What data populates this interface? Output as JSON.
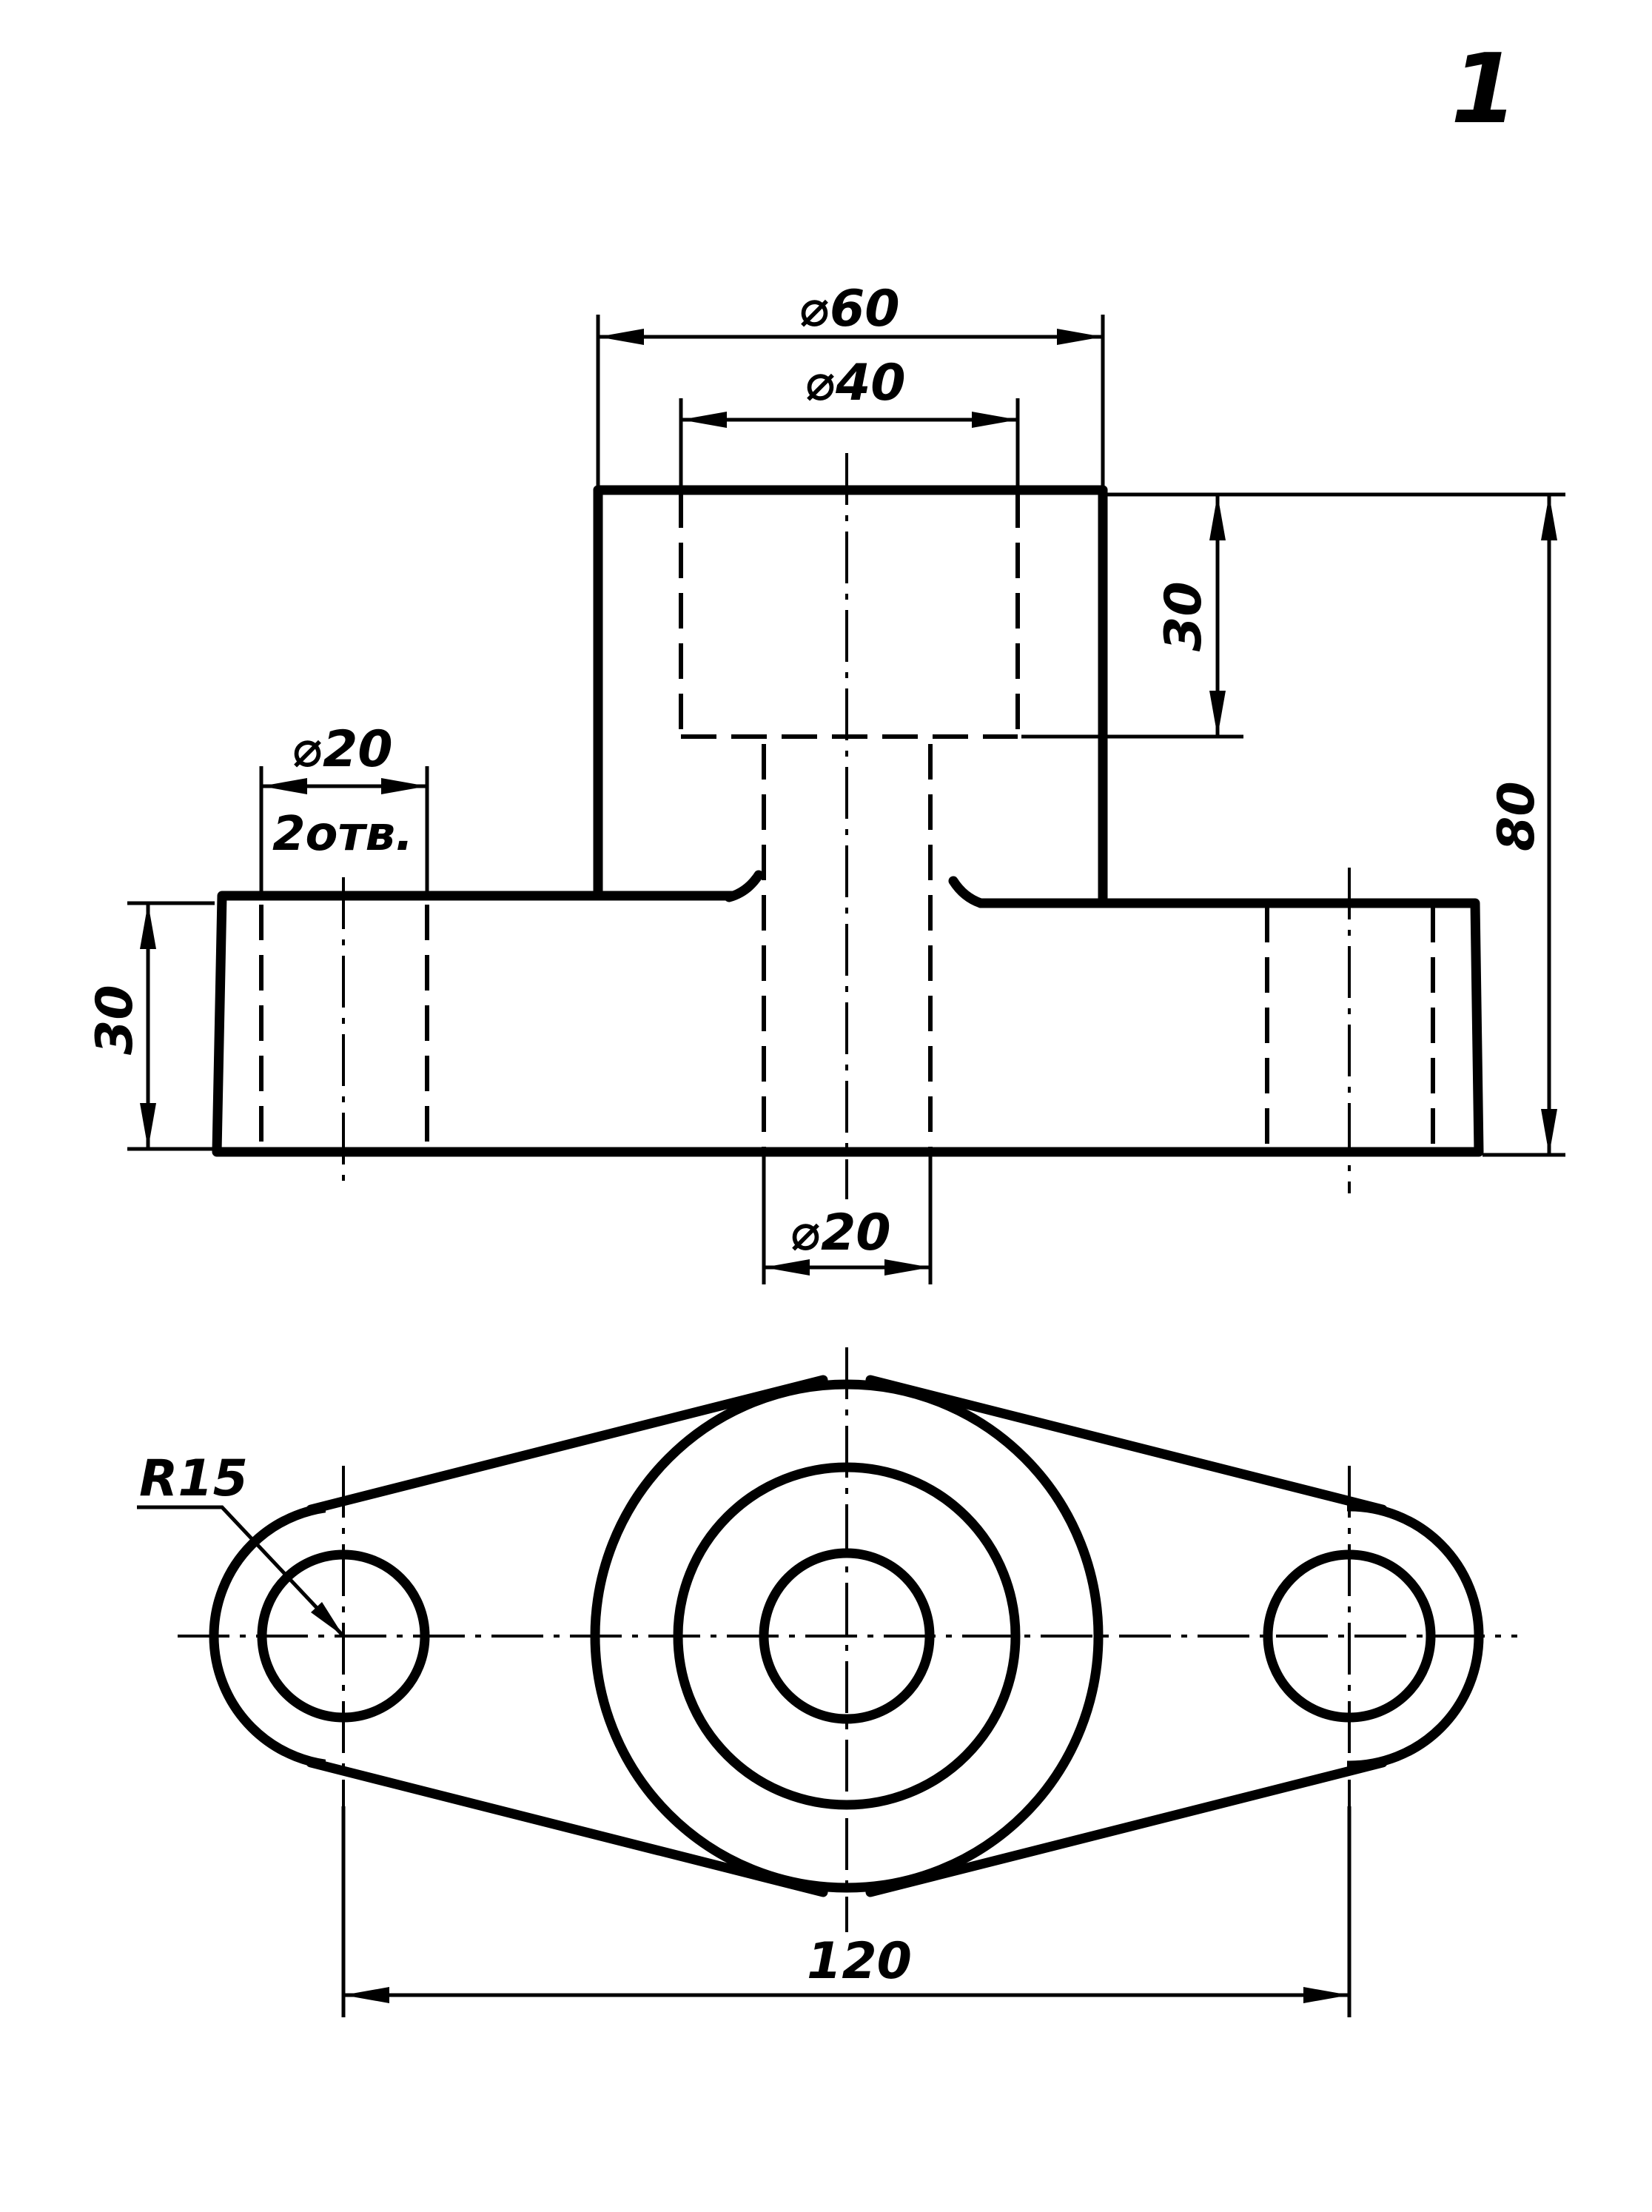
{
  "sheet_number": "1",
  "dimensions": {
    "outer_diameter": "⌀60",
    "inner_diameter": "⌀40",
    "bore_depth": "30",
    "total_height": "80",
    "hole_diameter": "⌀20",
    "hole_count": "2отв.",
    "flange_thickness": "30",
    "bottom_hole_diameter": "⌀20",
    "fillet_radius": "R15",
    "hole_spacing": "120"
  }
}
